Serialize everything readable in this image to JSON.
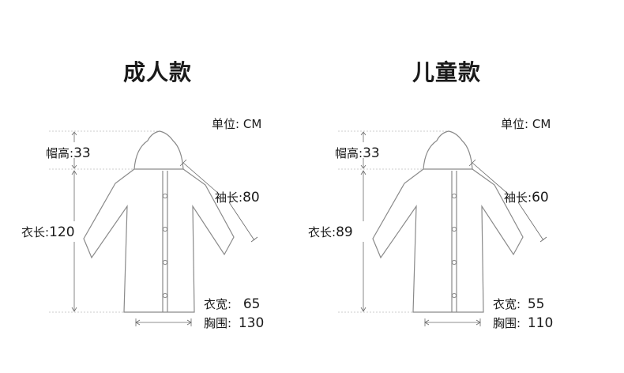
{
  "adult": {
    "title": "成人款",
    "unit_label": "单位:",
    "unit_value": "CM",
    "hood_height_label": "帽高:",
    "hood_height_value": "33",
    "sleeve_length_label": "袖长:",
    "sleeve_length_value": "80",
    "length_label": "衣长:",
    "length_value": "120",
    "width_label": "衣宽:",
    "width_value": "65",
    "chest_label": "胸围:",
    "chest_value": "130"
  },
  "child": {
    "title": "儿童款",
    "unit_label": "单位:",
    "unit_value": "CM",
    "hood_height_label": "帽高:",
    "hood_height_value": "33",
    "sleeve_length_label": "袖长:",
    "sleeve_length_value": "60",
    "length_label": "衣长:",
    "length_value": "89",
    "width_label": "衣宽:",
    "width_value": "55",
    "chest_label": "胸围:",
    "chest_value": "110"
  }
}
